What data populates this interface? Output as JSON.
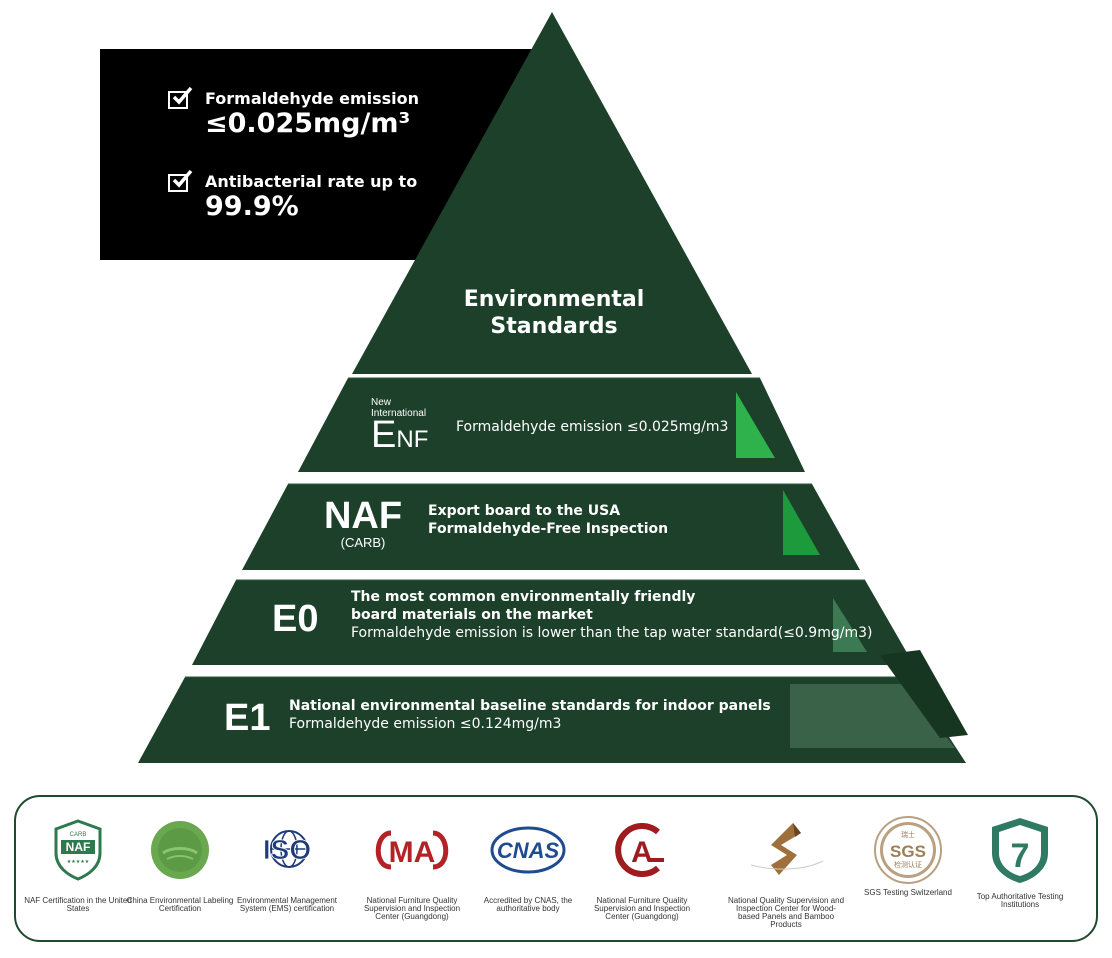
{
  "colors": {
    "pyramid": "#1c4029",
    "pyramid_dark": "#173622",
    "accent_green": "#1d9a3c",
    "accent_green_light": "#2fb14b",
    "info_box": "#000000",
    "cert_border": "#1f4a2d"
  },
  "info_box": {
    "item1_label": "Formaldehyde emission",
    "item1_value": "≤0.025mg/m³",
    "item2_label": "Antibacterial rate up to",
    "item2_value": "99.9%"
  },
  "pyramid": {
    "title_line1": "Environmental",
    "title_line2": "Standards",
    "tiers": [
      {
        "mark_small": "New International",
        "mark_big": "E",
        "mark_sub": "NF",
        "desc_line1": "Formaldehyde emission ≤0.025mg/m3"
      },
      {
        "mark_big": "NAF",
        "mark_sub": "(CARB)",
        "desc_bold1": "Export board to the USA",
        "desc_bold2": "Formaldehyde-Free Inspection"
      },
      {
        "mark_big": "E0",
        "desc_bold1": "The most common environmentally friendly",
        "desc_bold2": "board materials on the market",
        "desc_line3": "Formaldehyde emission is lower than the tap water standard(≤0.9mg/m3)"
      },
      {
        "mark_big": "E1",
        "desc_bold1": "National environmental baseline standards for indoor panels",
        "desc_line2": "Formaldehyde emission ≤0.124mg/m3"
      }
    ]
  },
  "certifications": [
    {
      "icon": "naf-shield-icon",
      "logo_top": "CARB",
      "logo_text": "NAF",
      "logo_bottom": "★★★★★",
      "caption": "NAF Certification in the United States"
    },
    {
      "icon": "china-environmental-label-icon",
      "caption": "China Environmental Labeling Certification"
    },
    {
      "icon": "iso-icon",
      "logo_text": "ISO",
      "caption": "Environmental Management System (EMS) certification"
    },
    {
      "icon": "cma-icon",
      "logo_text": "MA",
      "caption": "National Furniture Quality Supervision and Inspection Center (Guangdong)"
    },
    {
      "icon": "cnas-icon",
      "logo_text": "CNAS",
      "caption": "Accredited by CNAS, the authoritative body"
    },
    {
      "icon": "cal-icon",
      "logo_text": "A",
      "caption": "National Furniture Quality Supervision and Inspection Center (Guangdong)"
    },
    {
      "icon": "wood-panel-center-icon",
      "caption": "National Quality Supervision and Inspection Center for Wood-based Panels and Bamboo Products"
    },
    {
      "icon": "sgs-seal-icon",
      "logo_top": "瑞士",
      "logo_text": "SGS",
      "logo_bottom": "检测认证",
      "caption": "SGS Testing Switzerland"
    },
    {
      "icon": "top7-shield-icon",
      "logo_text": "7",
      "caption": "Top   Authoritative Testing Institutions"
    }
  ]
}
